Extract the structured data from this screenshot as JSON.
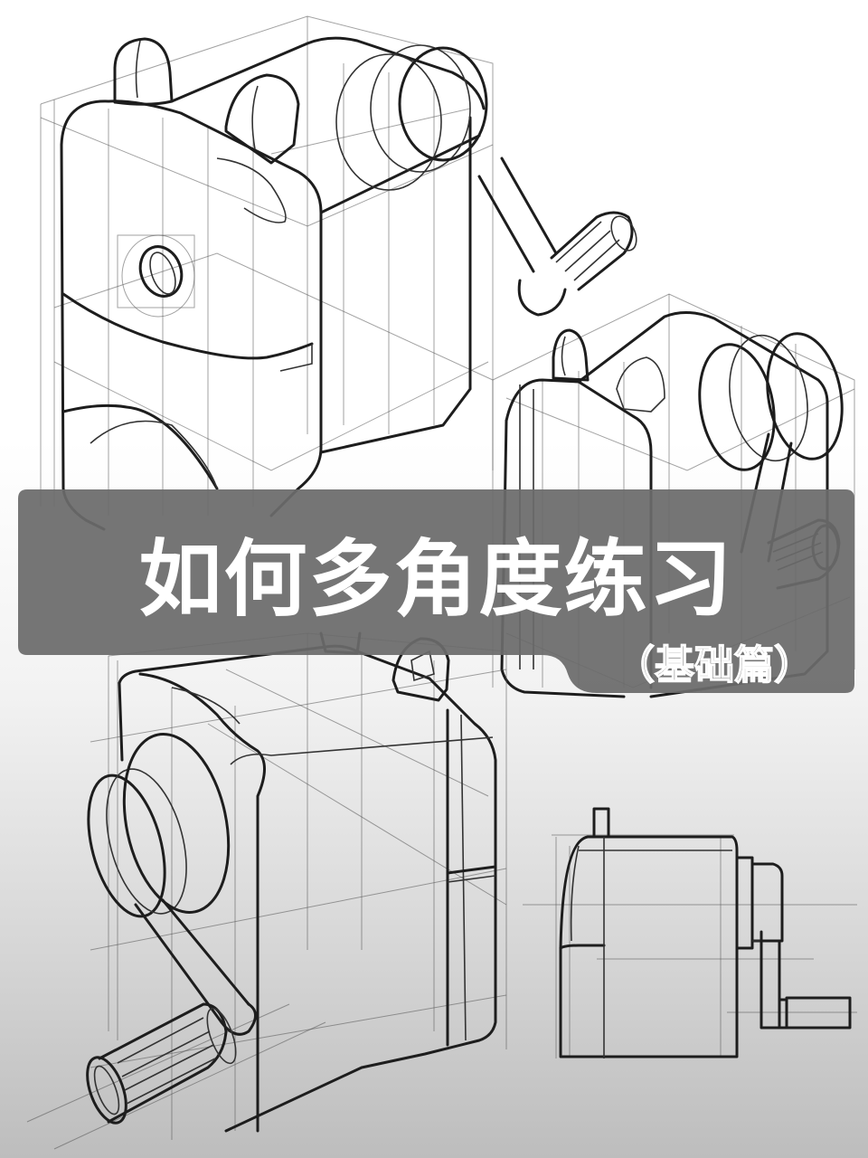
{
  "poster": {
    "title": "如何多角度练习",
    "subtitle": "（基础篇）",
    "colors": {
      "background_top": "#ffffff",
      "background_bottom": "#bdbdbd",
      "banner": "#6e6e6e",
      "title_text": "#ffffff",
      "sketch_line": "#1d1d1d"
    }
  },
  "illustrations": [
    {
      "name": "pencil-sharpener-three-quarter-top-left",
      "view": "three-quarter front"
    },
    {
      "name": "pencil-sharpener-three-quarter-right",
      "view": "three-quarter rear"
    },
    {
      "name": "pencil-sharpener-three-quarter-bottom-left",
      "view": "three-quarter side with crank"
    },
    {
      "name": "pencil-sharpener-side-view",
      "view": "orthographic side"
    }
  ]
}
